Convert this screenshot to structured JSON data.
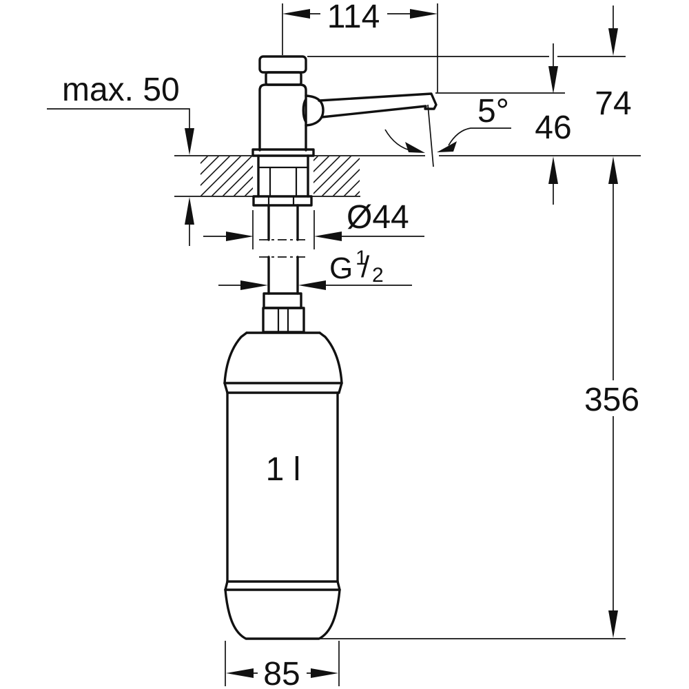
{
  "drawing": {
    "kind": "soap-dispenser-installation-dimension-drawing",
    "background_color": "#ffffff",
    "line_color": "#111111",
    "labels": {
      "spout_reach": "114",
      "max_deck_thickness": "max. 50",
      "spout_angle": "5°",
      "spout_height_above_deck": "46",
      "total_height_above_deck": "74",
      "flange_diameter": "Ø44",
      "thread_letter": "G",
      "thread_numerator": "1",
      "thread_slash": "/",
      "thread_denominator": "2",
      "height_below_deck": "356",
      "bottle_capacity": "1 l",
      "bottle_diameter": "85"
    }
  }
}
